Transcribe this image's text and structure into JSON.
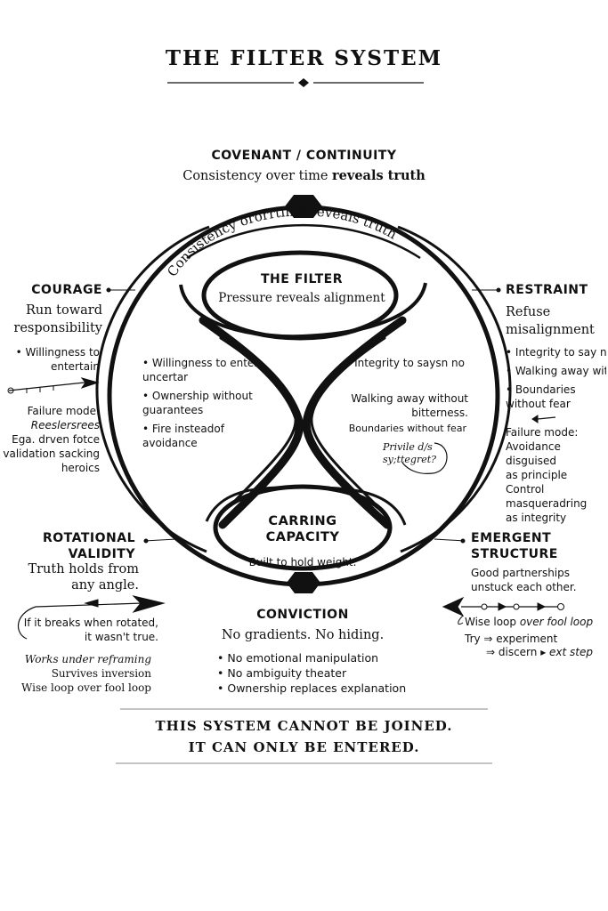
{
  "title": "THE FILTER SYSTEM",
  "top": {
    "heading": "COVENANT / CONTINUITY",
    "subtitle_plain": "Consistency over time ",
    "subtitle_bold": "reveals truth",
    "arc_text": "Consistency ororrtime reveals truth"
  },
  "filter": {
    "heading": "THE FILTER",
    "subtitle": "Pressure reveals alignment",
    "left_items": [
      "Willingness to enter uncertar",
      "Ownership without guarantees",
      "Fire insteadof avoidance"
    ],
    "right_items": [
      "Integrity to saysn no",
      "Walking away without bitterness.",
      "Boundaries without fear"
    ],
    "scribble": "Privile d/s\nsy;ttegret?"
  },
  "capacity": {
    "heading_line1": "CARRING",
    "heading_line2": "CAPACITY",
    "subtitle": "Built to hold weight."
  },
  "courage": {
    "heading": "COURAGE",
    "subtitle": "Run toward responsibility",
    "item": "Willingness to entertain",
    "failure_label": "Failure mode:",
    "failure_lines": [
      "Reeslersrees",
      "Ega. drven fotce",
      "validation sacking",
      "heroics"
    ]
  },
  "restraint": {
    "heading": "RESTRAINT",
    "subtitle": "Refuse misalignment",
    "items": [
      "Integrity to say n",
      "Walking away without bitterness",
      "Boundaries without fear"
    ],
    "failure_label": "Failure mode:",
    "failure_lines": [
      "Avoidance disguised",
      "as principle",
      "Control",
      "masqueradring",
      "as integrity"
    ]
  },
  "rotational": {
    "heading_line1": "ROTATIONAL",
    "heading_line2": "VALIDITY",
    "subtitle": "Truth holds from any angle.",
    "note": "If it breaks when rotated, it wasn't true.",
    "lines": [
      "Works under reframing",
      "Survives inversion",
      "Wise loop over fool loop"
    ]
  },
  "emergent": {
    "heading_line1": "EMERGENT",
    "heading_line2": "STRUCTURE",
    "subtitle": "Good partnerships unstuck each other.",
    "loop_plain": "Wise loop ",
    "loop_ital": "over fool loop",
    "try_line": "Try ⇒ experiment",
    "discern_plain": "⇒ discern ▸ ",
    "discern_ital": "ext step"
  },
  "conviction": {
    "heading": "CONVICTION",
    "subtitle": "No gradients. No hiding.",
    "items": [
      "No emotional manipulation",
      "No ambiguity theater",
      "Ownership replaces explanation"
    ]
  },
  "footer": {
    "line1": "THIS SYSTEM CANNOT BE JOINED.",
    "line2": "IT CAN ONLY BE ENTERED."
  },
  "colors": {
    "ink": "#111111",
    "background": "#ffffff"
  }
}
